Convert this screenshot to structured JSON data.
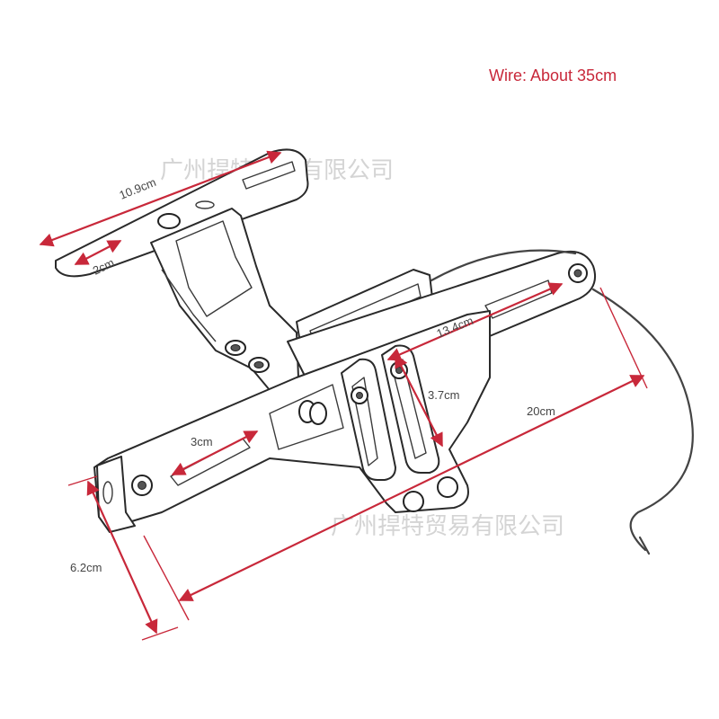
{
  "note": {
    "wire": "Wire: About 35cm"
  },
  "watermarks": [
    "广州捍特贸易有限公司",
    "广州捍特贸易有限公司"
  ],
  "dimensions": {
    "plate_width": "10.9cm",
    "slot_small": "2cm",
    "arm_length": "13.4cm",
    "slot_vertical": "3.7cm",
    "total_length": "20cm",
    "slot_lower": "3cm",
    "height": "6.2cm"
  },
  "colors": {
    "dimension": "#c8283a",
    "outline": "#2a2a2a",
    "watermark": "#d4d4d4"
  }
}
